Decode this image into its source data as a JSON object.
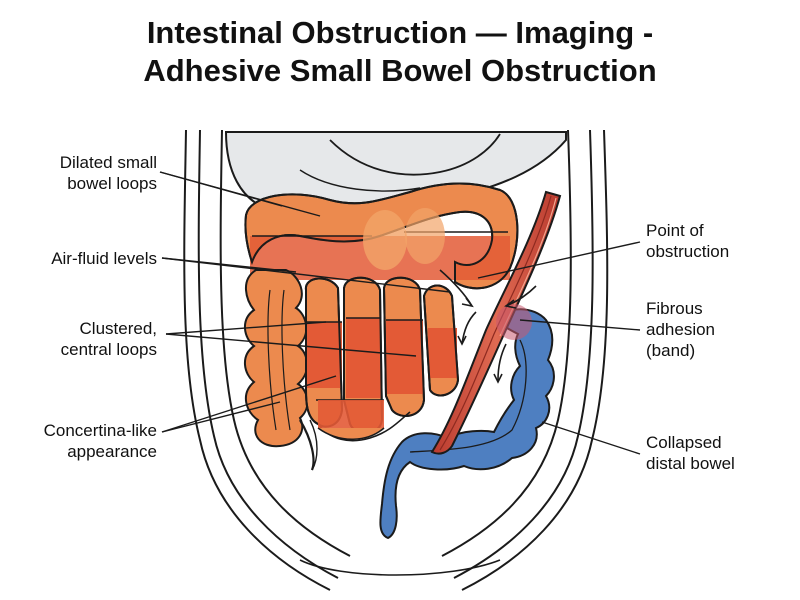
{
  "title": {
    "line1": "Intestinal Obstruction — Imaging -",
    "line2": "Adhesive Small Bowel Obstruction"
  },
  "labels": {
    "dilated": [
      "Dilated small",
      "bowel loops"
    ],
    "air_fluid": [
      "Air-fluid levels"
    ],
    "clustered": [
      "Clustered,",
      "central loops"
    ],
    "concertina": [
      "Concertina-like",
      "appearance"
    ],
    "obstruction": [
      "Point of",
      "obstruction"
    ],
    "adhesion": [
      "Fibrous",
      "adhesion",
      "(band)"
    ],
    "collapsed": [
      "Collapsed",
      "distal bowel"
    ]
  },
  "colors": {
    "dilated_bowel": "#ec8a4e",
    "fluid": "#e35a36",
    "gas": "#f2a468",
    "collapsed_bowel": "#4e7fc1",
    "adhesion_band": "#cf4a3a",
    "stomach_liver": "#e6e8ea",
    "outline": "#1b1b1b"
  }
}
